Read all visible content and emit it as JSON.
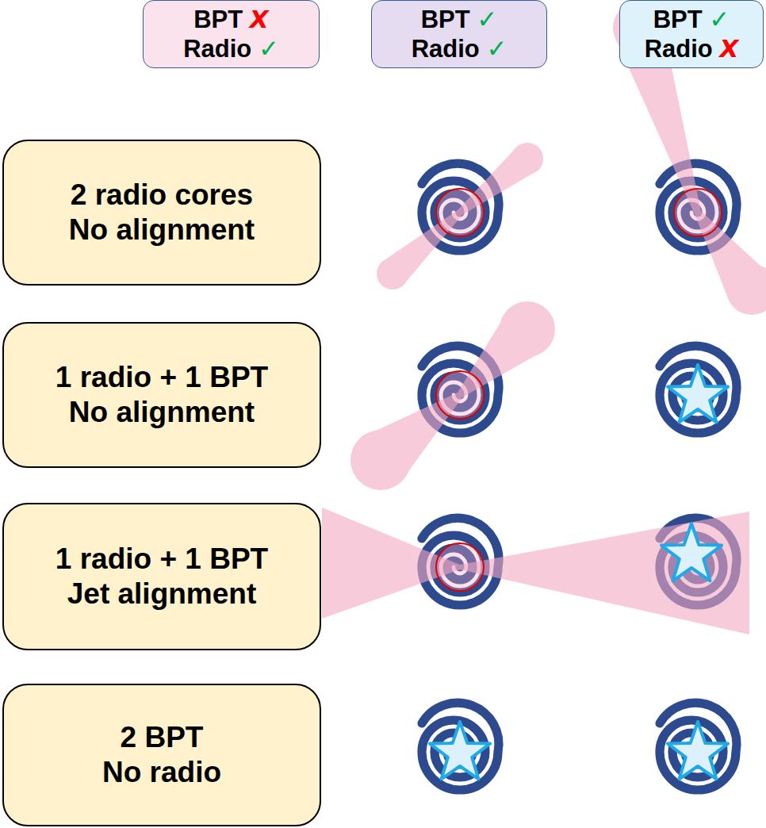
{
  "diagram": {
    "nodes": [
      {
        "text": [
          "BPT X",
          "Radio ✓"
        ]
      },
      {
        "text": [
          "BPT ✓",
          "Radio ✓"
        ]
      },
      {
        "text": [
          "BPT ✓",
          "Radio X"
        ]
      },
      {
        "text": [
          "2 radio cores",
          "No alignment"
        ]
      },
      {
        "text": [
          "1 radio + 1 BPT",
          "No alignment"
        ]
      },
      {
        "text": [
          "1 radio + 1 BPT",
          "Jet alignment"
        ]
      },
      {
        "text": [
          "2 BPT",
          "No radio"
        ]
      }
    ]
  }
}
